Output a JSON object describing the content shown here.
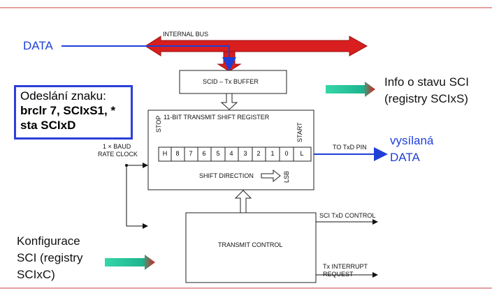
{
  "diagram": {
    "internal_bus": "INTERNAL BUS",
    "tx_buffer": "SCID – Tx BUFFER",
    "shift_register": "11-BIT TRANSMIT SHIFT REGISTER",
    "stop": "STOP",
    "start": "START",
    "bits": [
      "H",
      "8",
      "7",
      "6",
      "5",
      "4",
      "3",
      "2",
      "1",
      "0",
      "L"
    ],
    "shift_direction": "SHIFT DIRECTION",
    "lsb": "LSB",
    "baud_clock_line1": "1 × BAUD",
    "baud_clock_line2": "RATE CLOCK",
    "to_txd_pin": "TO TxD PIN",
    "transmit_control": "TRANSMIT CONTROL",
    "sci_txd_control": "SCI TxD CONTROL",
    "tx_interrupt_line1": "Tx INTERRUPT",
    "tx_interrupt_line2": "REQUEST"
  },
  "annotations": {
    "data_label": "DATA",
    "note_title": "Odeslání znaku:",
    "note_code_line1": "brclr 7, SCIxS1, *",
    "note_code_line2": "sta SCIxD",
    "info_line1": "Info o stavu SCI",
    "info_line2": "(registry SCIxS)",
    "sent_line1": "vysílaná",
    "sent_line2": "DATA",
    "config_line1": "Konfigurace",
    "config_line2": "SCI (registry",
    "config_line3": "SCIxC)"
  },
  "colors": {
    "bus_red": "#d81e1e",
    "blue": "#1f3fd6",
    "teal": "#2ec9a0"
  }
}
